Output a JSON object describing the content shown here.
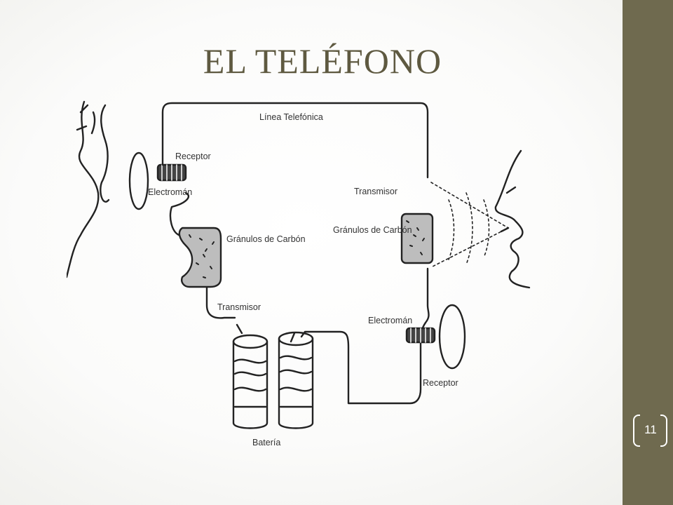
{
  "title": "EL TELÉFONO",
  "slide_number": "11",
  "colors": {
    "sidebar": "#6f6a4f",
    "title": "#5e5940",
    "background": "#ffffff"
  },
  "diagram": {
    "labels": {
      "line": "Línea Telefónica",
      "receiver_left": "Receptor",
      "electromagnet_left": "Electromán",
      "granules_left": "Gránulos de Carbón",
      "transmitter_left": "Transmisor",
      "battery": "Batería",
      "transmitter_right": "Transmisor",
      "granules_right": "Gránulos de Carbón",
      "electromagnet_right": "Electromán",
      "receiver_right": "Receptor"
    }
  }
}
